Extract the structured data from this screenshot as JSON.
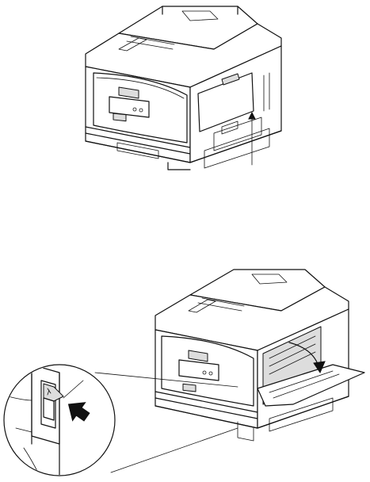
{
  "figures": [
    {
      "id": "fig-1",
      "subject": "printer-with-rear-access-cover",
      "has_callout_pointer": true
    },
    {
      "id": "fig-2",
      "subject": "printer-with-side-cover-open",
      "has_power-switch-zoom": true
    }
  ],
  "icons": {
    "power_switch": "power-switch-icon",
    "press_arrow": "press-arrow-icon",
    "open_arrow": "curved-open-arrow-icon"
  },
  "colors": {
    "line": "#111111",
    "background": "#ffffff",
    "shade": "#dddddd"
  }
}
